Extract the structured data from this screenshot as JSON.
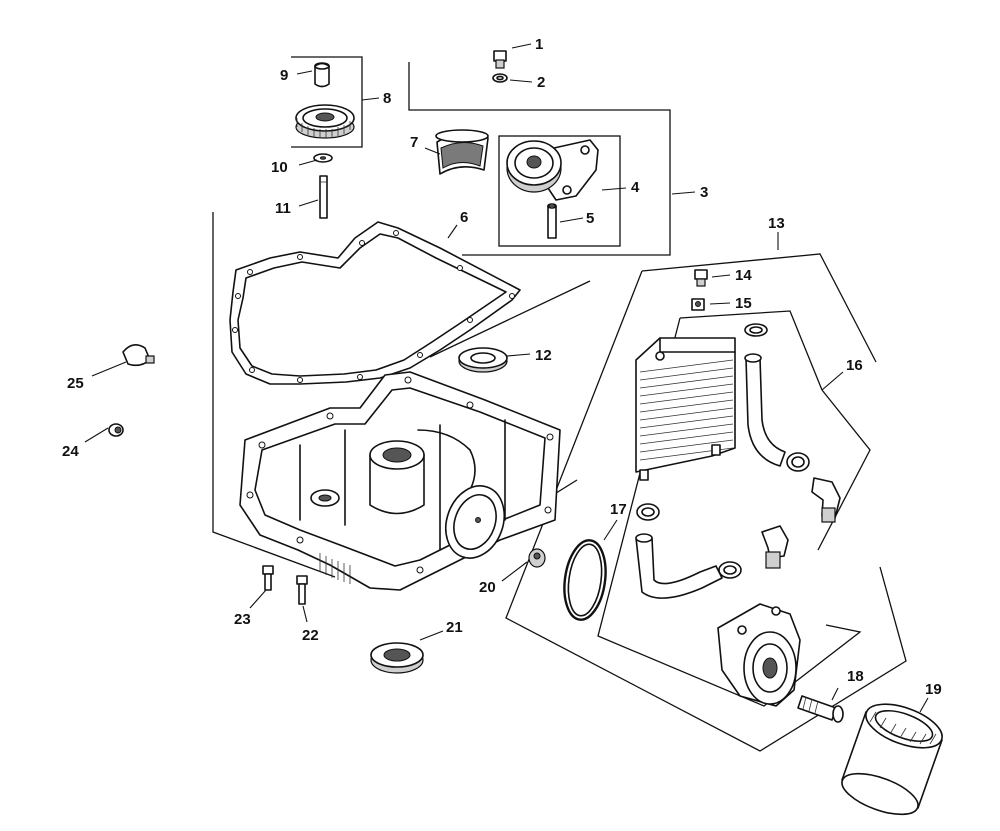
{
  "callouts": [
    {
      "key": "c1",
      "label": "1"
    },
    {
      "key": "c2",
      "label": "2"
    },
    {
      "key": "c3",
      "label": "3"
    },
    {
      "key": "c4",
      "label": "4"
    },
    {
      "key": "c5",
      "label": "5"
    },
    {
      "key": "c6",
      "label": "6"
    },
    {
      "key": "c7",
      "label": "7"
    },
    {
      "key": "c8",
      "label": "8"
    },
    {
      "key": "c9",
      "label": "9"
    },
    {
      "key": "c10",
      "label": "10"
    },
    {
      "key": "c11",
      "label": "11"
    },
    {
      "key": "c12",
      "label": "12"
    },
    {
      "key": "c13",
      "label": "13"
    },
    {
      "key": "c14",
      "label": "14"
    },
    {
      "key": "c15",
      "label": "15"
    },
    {
      "key": "c16",
      "label": "16"
    },
    {
      "key": "c17",
      "label": "17"
    },
    {
      "key": "c18",
      "label": "18"
    },
    {
      "key": "c19",
      "label": "19"
    },
    {
      "key": "c20",
      "label": "20"
    },
    {
      "key": "c21",
      "label": "21"
    },
    {
      "key": "c22",
      "label": "22"
    },
    {
      "key": "c23",
      "label": "23"
    },
    {
      "key": "c24",
      "label": "24"
    },
    {
      "key": "c25",
      "label": "25"
    }
  ]
}
